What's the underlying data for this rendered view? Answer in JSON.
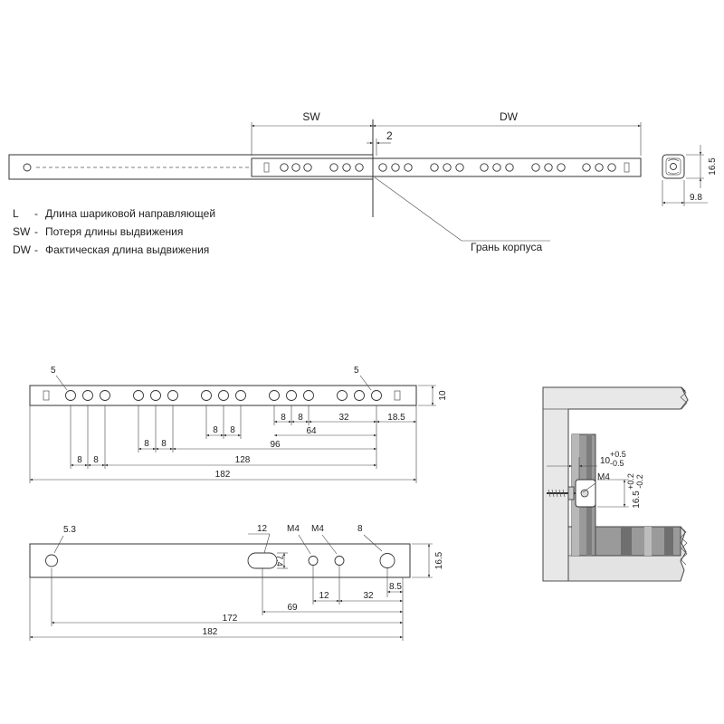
{
  "overview": {
    "sw_label": "SW",
    "dw_label": "DW",
    "gap_value": "2",
    "face_label": "Грань корпуса",
    "profile_height": "16.5",
    "profile_width": "9.8"
  },
  "legend": [
    {
      "abbr": "L",
      "text": "Длина шариковой направляющей"
    },
    {
      "abbr": "SW",
      "text": "Потеря длины выдвижения"
    },
    {
      "abbr": "DW",
      "text": "Фактическая длина выдвижения"
    }
  ],
  "legend_sep": "-",
  "rail_top": {
    "hole_dia_left": "5",
    "hole_dia_right": "5",
    "height": "10",
    "pitch_8_a": "8",
    "pitch_8_b": "8",
    "pitch_8_c": "8",
    "pitch_8_d": "8",
    "pitch_8_e": "8",
    "pitch_8_f": "8",
    "pitch_8_g": "8",
    "pitch_8_h": "8",
    "dim_32": "32",
    "dim_18_5": "18.5",
    "dim_64": "64",
    "dim_96": "96",
    "dim_128": "128",
    "dim_182": "182"
  },
  "rail_bottom": {
    "hole_dia_left": "5.3",
    "slot_width": "12",
    "slot_height": "7.4",
    "thread_1": "M4",
    "thread_2": "M4",
    "hole_dia_right": "8",
    "height": "16.5",
    "dim_8_5": "8.5",
    "dim_12": "12",
    "dim_32": "32",
    "dim_69": "69",
    "dim_172": "172",
    "dim_182": "182"
  },
  "section": {
    "offset_label": "10",
    "offset_tol_plus": "+0.5",
    "offset_tol_minus": "-0.5",
    "screw_label": "M4",
    "height_label": "16.5",
    "height_tol_plus": "+0.2",
    "height_tol_minus": "-0.2"
  }
}
